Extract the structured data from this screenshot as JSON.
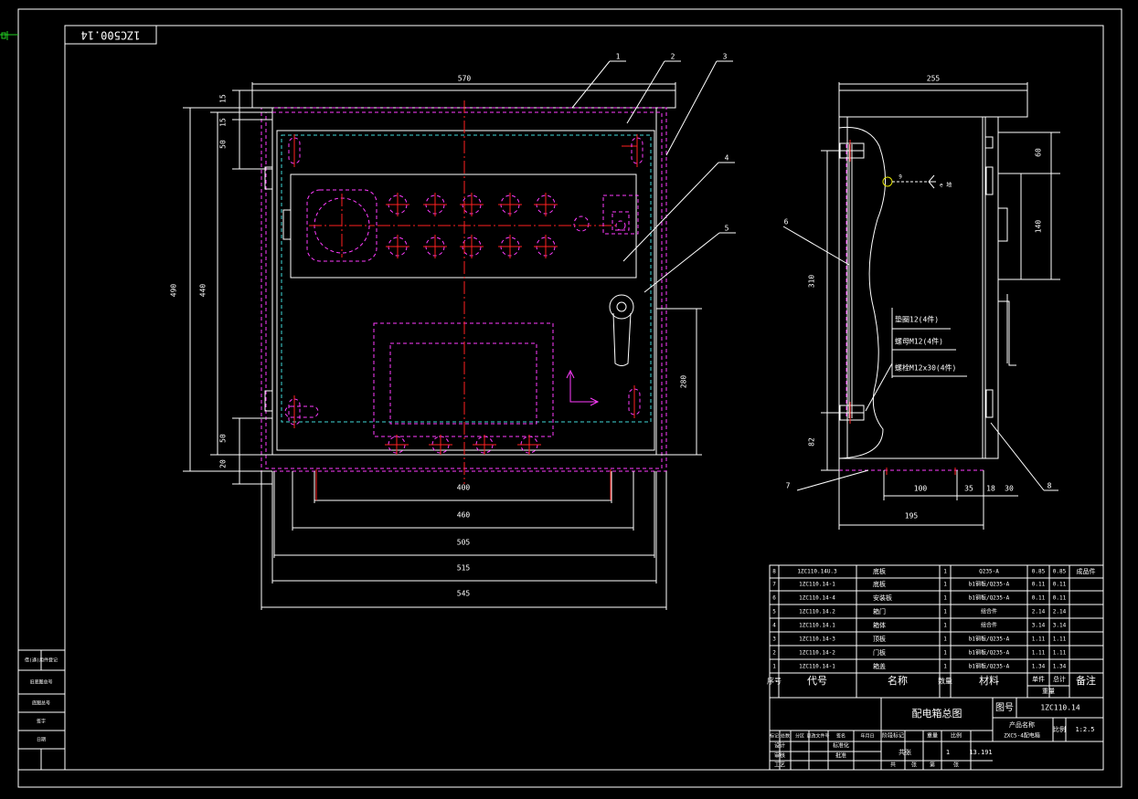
{
  "colors": {
    "background": "#000000",
    "line": "#ffffff",
    "center": "#ff2020",
    "hidden": "#ff3cff",
    "cyan": "#40d8d8",
    "yellow": "#e6e600",
    "green": "#22d022"
  },
  "title_stamp": "1ZC500.14",
  "front_view": {
    "dims": {
      "d570": "570",
      "d15a": "15",
      "d15b": "15",
      "d50a": "50",
      "d490": "490",
      "d440": "440",
      "d50b": "50",
      "d20": "20",
      "d400": "400",
      "d460": "460",
      "d505": "505",
      "d515": "515",
      "d545": "545",
      "d280": "280"
    },
    "leaders": [
      "1",
      "2",
      "3",
      "4",
      "5"
    ]
  },
  "side_view": {
    "dims": {
      "d255": "255",
      "d60": "60",
      "d140": "140",
      "d310": "310",
      "d82": "82",
      "d100": "100",
      "d35": "35",
      "d18": "18",
      "d30": "30",
      "d195": "195"
    },
    "leaders": [
      "6",
      "7",
      "8",
      "9"
    ],
    "hardware": [
      "垫圈12(4件)",
      "螺母M12(4件)",
      "螺栓M12x30(4件)"
    ],
    "ground_note": "e 地"
  },
  "parts_list": {
    "rows": [
      {
        "no": "8",
        "code": "1ZC110.14U.3",
        "name": "底板",
        "qty": "1",
        "material": "Q235-A",
        "unit": "0.85",
        "total": "0.85",
        "note": "成品件"
      },
      {
        "no": "7",
        "code": "1ZC110.14-1",
        "name": "底板",
        "qty": "1",
        "material": "b1钢板/Q235-A",
        "unit": "0.11",
        "total": "0.11",
        "note": ""
      },
      {
        "no": "6",
        "code": "1ZC110.14-4",
        "name": "安装板",
        "qty": "1",
        "material": "b1钢板/Q235-A",
        "unit": "0.11",
        "total": "0.11",
        "note": ""
      },
      {
        "no": "5",
        "code": "1ZC110.14.2",
        "name": "箱门",
        "qty": "1",
        "material": "组合件",
        "unit": "2.14",
        "total": "2.14",
        "note": ""
      },
      {
        "no": "4",
        "code": "1ZC110.14.1",
        "name": "箱体",
        "qty": "1",
        "material": "组合件",
        "unit": "3.14",
        "total": "3.14",
        "note": ""
      },
      {
        "no": "3",
        "code": "1ZC110.14-3",
        "name": "顶板",
        "qty": "1",
        "material": "b1钢板/Q235-A",
        "unit": "1.11",
        "total": "1.11",
        "note": ""
      },
      {
        "no": "2",
        "code": "1ZC110.14-2",
        "name": "门板",
        "qty": "1",
        "material": "b1钢板/Q235-A",
        "unit": "1.11",
        "total": "1.11",
        "note": ""
      },
      {
        "no": "1",
        "code": "1ZC110.14-1",
        "name": "箱盖",
        "qty": "1",
        "material": "b1钢板/Q235-A",
        "unit": "1.34",
        "total": "1.34",
        "note": ""
      }
    ],
    "headers": {
      "no": "序号",
      "code": "代号",
      "name": "名称",
      "qty": "数量",
      "material": "材料",
      "unit": "单件",
      "total": "总计",
      "weight": "重量",
      "note": "备注"
    }
  },
  "title_block": {
    "drawing_name": "配电箱总图",
    "drawing_no_label": "图号",
    "drawing_no": "1ZC110.14",
    "product_label": "产品名称",
    "product_name": "ZXC5-4配电箱",
    "scale_label": "比例",
    "scale": "1:2.5",
    "sheets_label": "共张",
    "sheets": "1",
    "weight": "13.191",
    "mark_row": [
      "标记",
      "处数",
      "分区",
      "更改文件号",
      "签名",
      "年月日"
    ],
    "stage_row": [
      "阶段标记",
      "重量",
      "比例"
    ],
    "roles": [
      "设计",
      "审核",
      "工艺",
      "标准化",
      "批准"
    ],
    "stage_labels": [
      "共",
      "张",
      "第",
      "张"
    ]
  },
  "left_strip": [
    "借(通)用件登记",
    "旧底图总号",
    "底图总号",
    "签字",
    "日期"
  ]
}
